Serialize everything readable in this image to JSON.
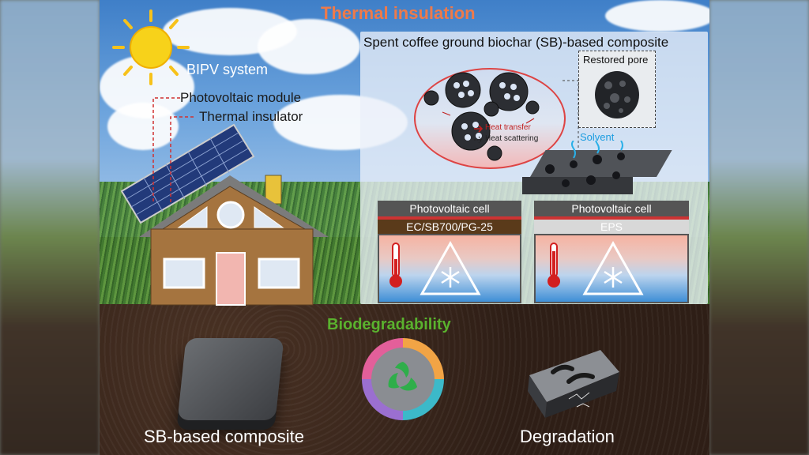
{
  "header": {
    "title": "Thermal insulation"
  },
  "house_section": {
    "system_label": "BIPV system",
    "pv_module_label": "Photovoltaic module",
    "insulator_label": "Thermal insulator"
  },
  "composite_panel": {
    "title": "Spent coffee ground biochar (SB)-based composite",
    "restored_pore_label": "Restored pore",
    "heat_transfer_label": "Heat transfer",
    "heat_scattering_label": "Heat scattering",
    "solvent_label": "Solvent"
  },
  "comparison": {
    "cells": [
      {
        "top_label": "Photovoltaic cell",
        "material_label": "EC/SB700/PG-25",
        "material_color": "#5a3a1a"
      },
      {
        "top_label": "Photovoltaic cell",
        "material_label": "EPS",
        "material_color": "#d8d8d8"
      }
    ]
  },
  "biodegradability": {
    "title": "Biodegradability",
    "composite_label": "SB-based composite",
    "degradation_label": "Degradation"
  },
  "colors": {
    "title_orange": "#ee7a4a",
    "bio_green": "#5ab22e",
    "solvent_blue": "#1b9ce0",
    "heat_red": "#c02020"
  },
  "icons": [
    "sun-icon",
    "thermometer-icon",
    "snowflake-icon",
    "recycle-icon",
    "leaf-icon"
  ]
}
